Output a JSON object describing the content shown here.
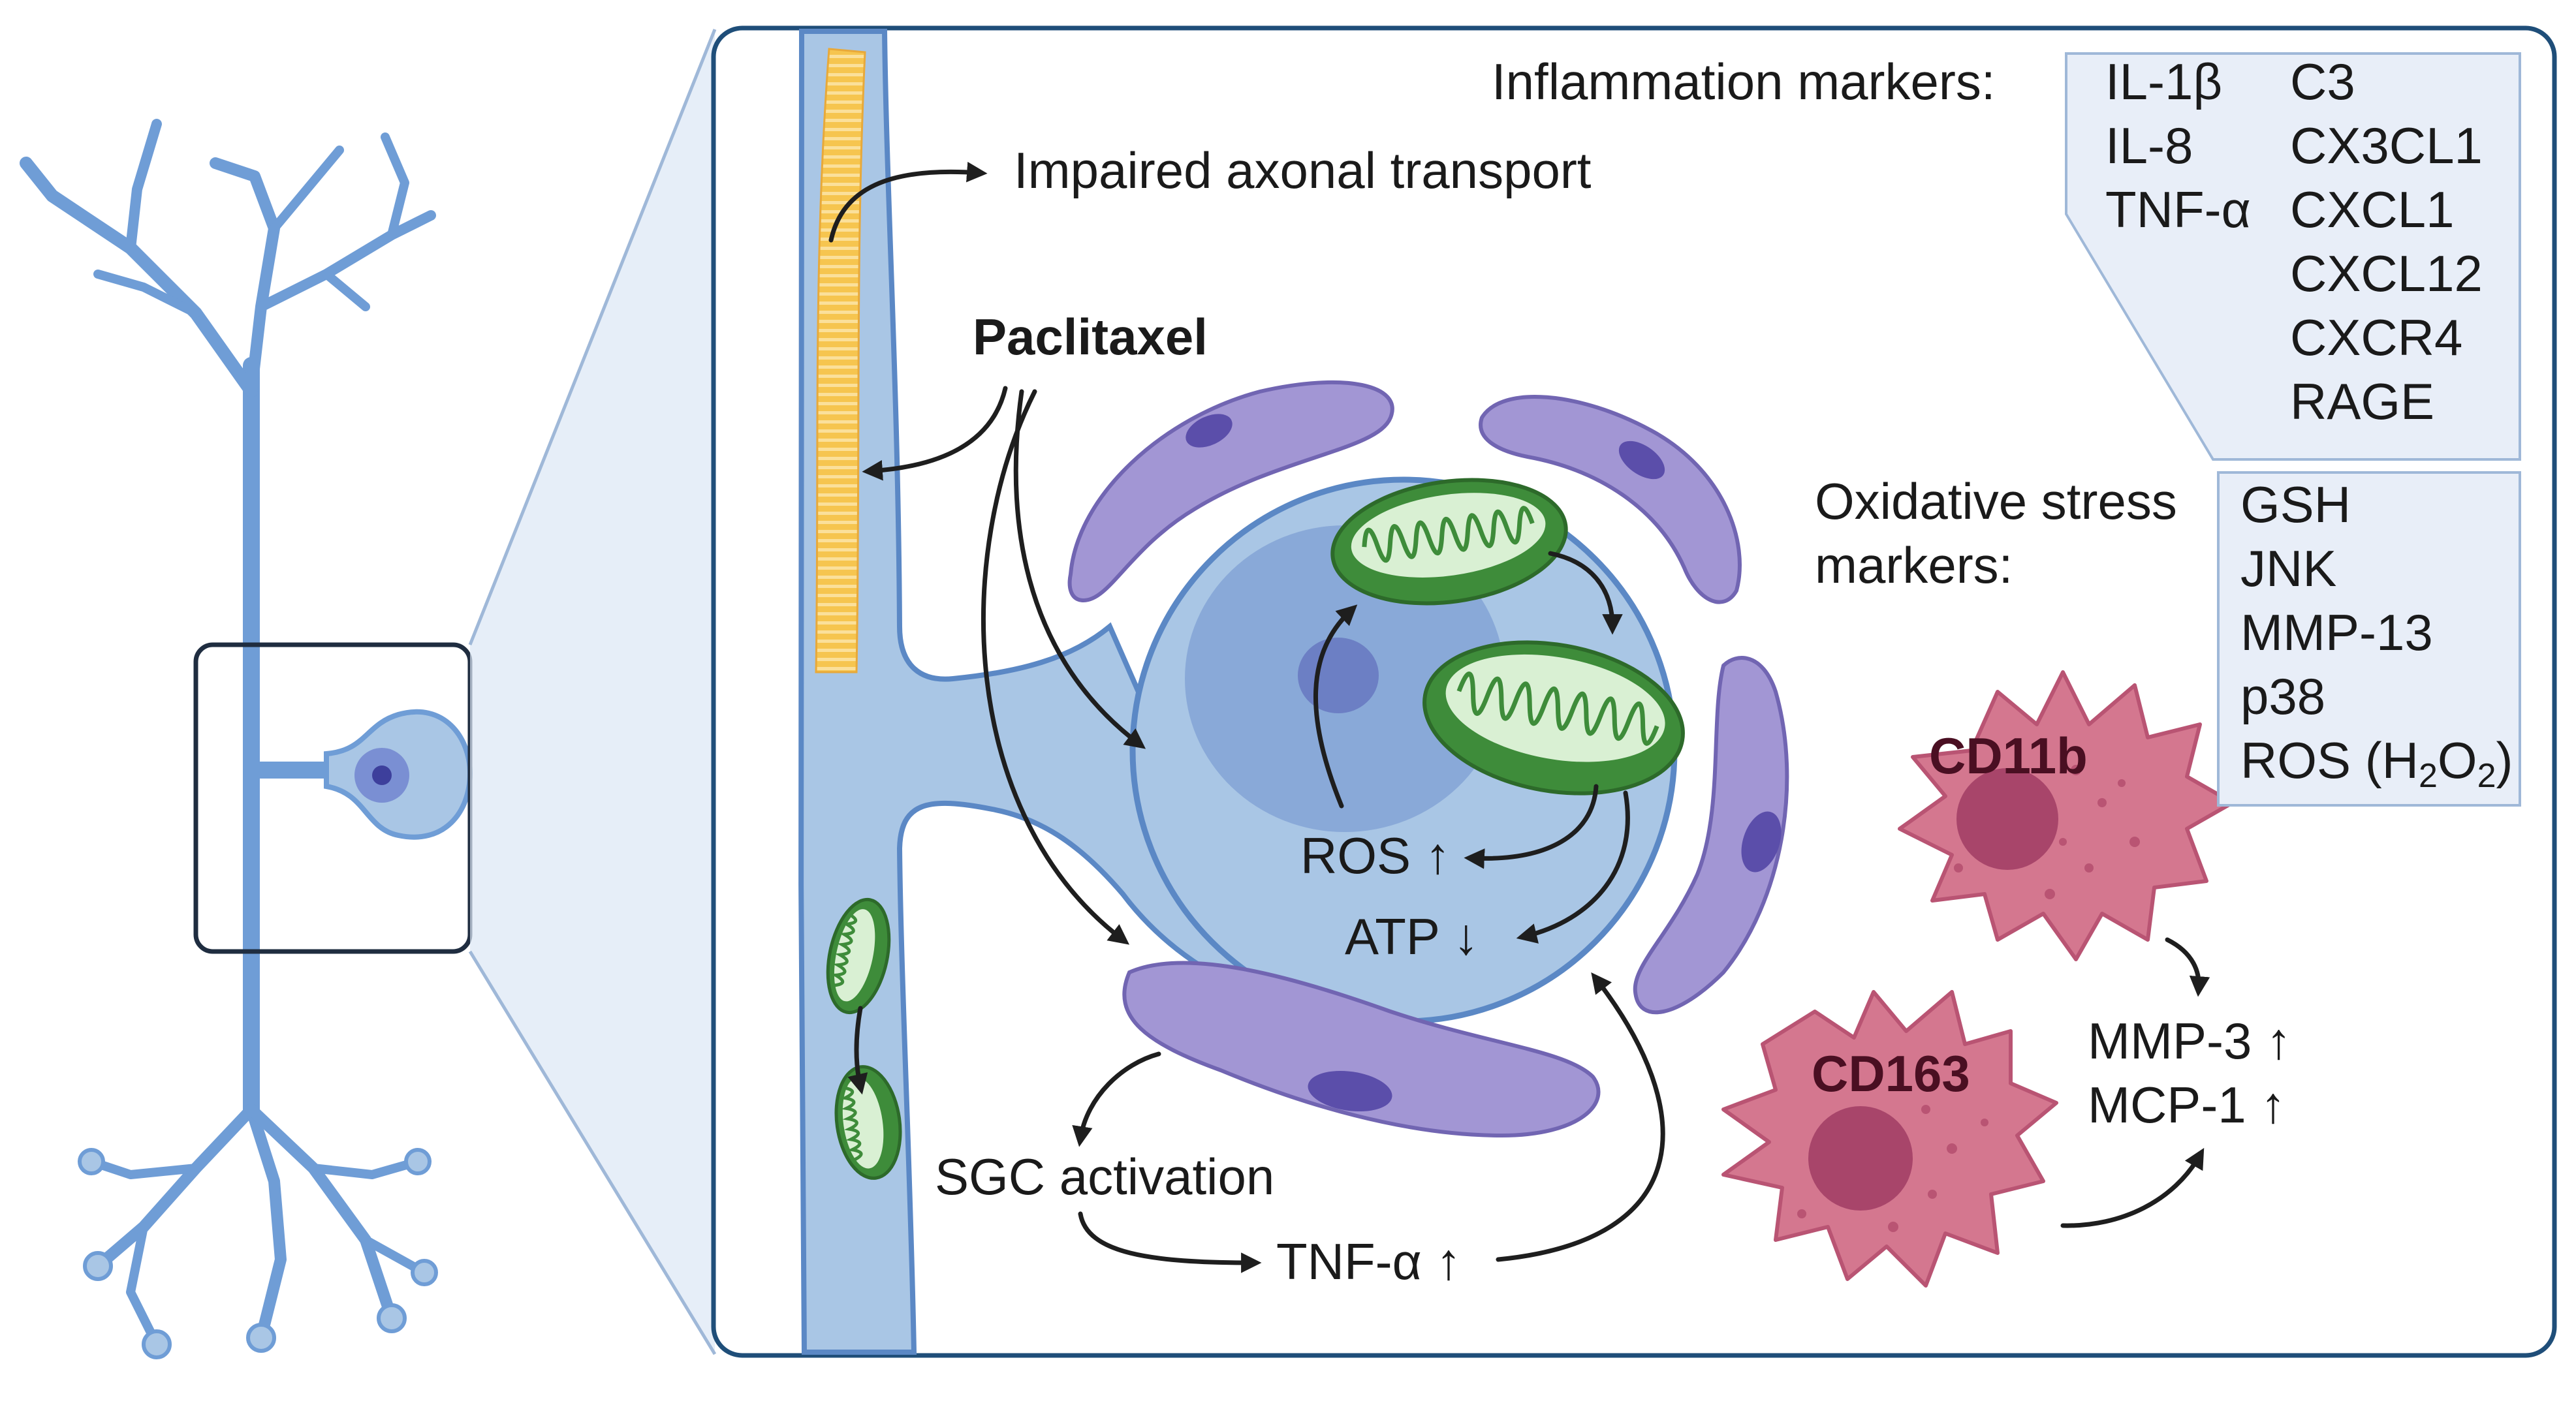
{
  "labels": {
    "impaired_axonal_transport": "Impaired axonal transport",
    "paclitaxel": "Paclitaxel",
    "ros_up": "ROS ↑",
    "atp_down": "ATP ↓",
    "sgc_activation": "SGC activation",
    "tnf_up": "TNF-α ↑",
    "mmp3_up": "MMP-3 ↑",
    "mcp1_up": "MCP-1  ↑",
    "cd11b": "CD11b",
    "cd163": "CD163"
  },
  "inflammation": {
    "title": "Inflammation markers:",
    "col1": [
      "IL-1β",
      "IL-8",
      "TNF-α"
    ],
    "col2": [
      "C3",
      "CX3CL1",
      "CXCL1",
      "CXCL12",
      "CXCR4",
      "RAGE"
    ]
  },
  "oxidative": {
    "title_line1": "Oxidative stress",
    "title_line2": "markers:",
    "items": [
      "GSH",
      "JNK",
      "MMP-13",
      "p38"
    ],
    "ros_prefix": "ROS (H",
    "ros_sub1": "2",
    "ros_mid": "O",
    "ros_sub2": "2",
    "ros_suffix": ")"
  },
  "colors": {
    "neuron_blue": "#a9c6e5",
    "neuron_outline": "#5b88c5",
    "panel_border": "#1f4e79",
    "box_fill": "#e8eef8",
    "sgc_purple": "#a296d4",
    "mito_green": "#3e8c3a",
    "immune_pink": "#d4778f",
    "axon_yellow": "#f6c54f"
  }
}
